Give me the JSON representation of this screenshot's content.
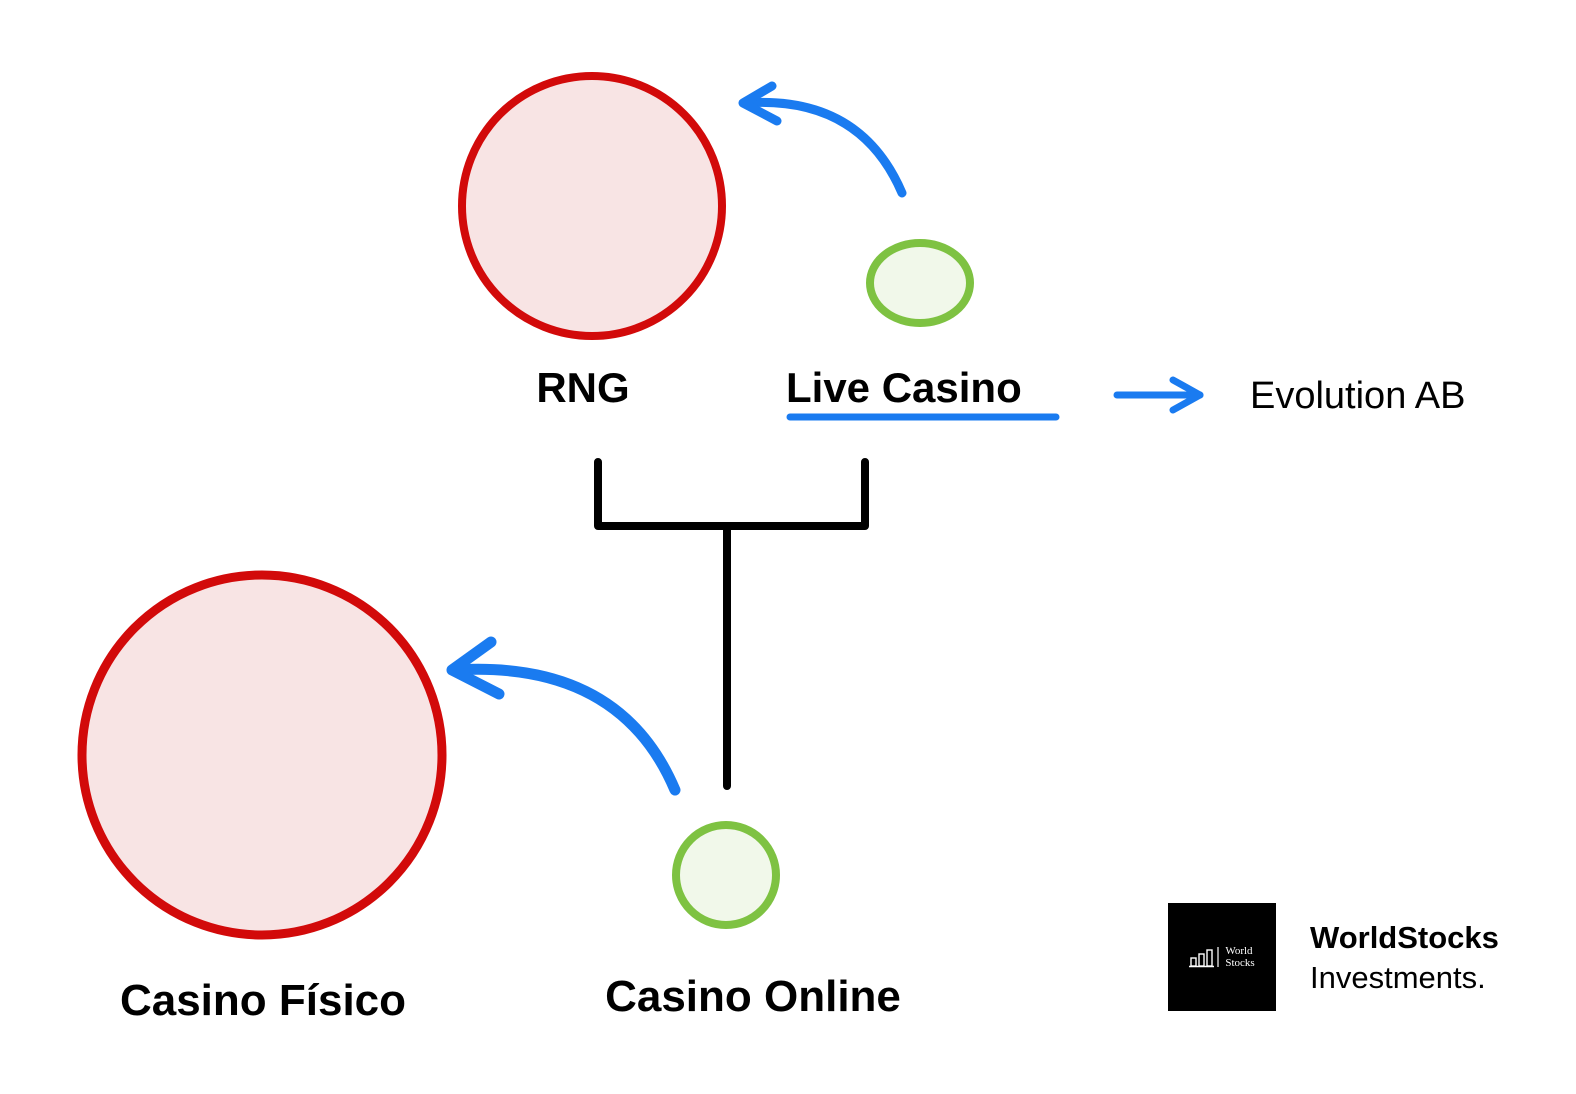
{
  "colors": {
    "large_circle_stroke": "#d20a0a",
    "large_circle_fill": "#f8e4e4",
    "small_circle_stroke": "#7ec242",
    "small_circle_fill": "#f1f8ea",
    "arrow": "#1a7bf0",
    "connector": "#000000"
  },
  "nodes": {
    "rng": {
      "label": "RNG"
    },
    "live_casino": {
      "label": "Live Casino"
    },
    "casino_fisico": {
      "label": "Casino Físico"
    },
    "casino_online": {
      "label": "Casino Online"
    },
    "evolution": {
      "label": "Evolution AB"
    }
  },
  "logo": {
    "mark_line1": "World",
    "mark_line2": "Stocks",
    "name": "WorldStocks",
    "subtitle": "Investments."
  }
}
